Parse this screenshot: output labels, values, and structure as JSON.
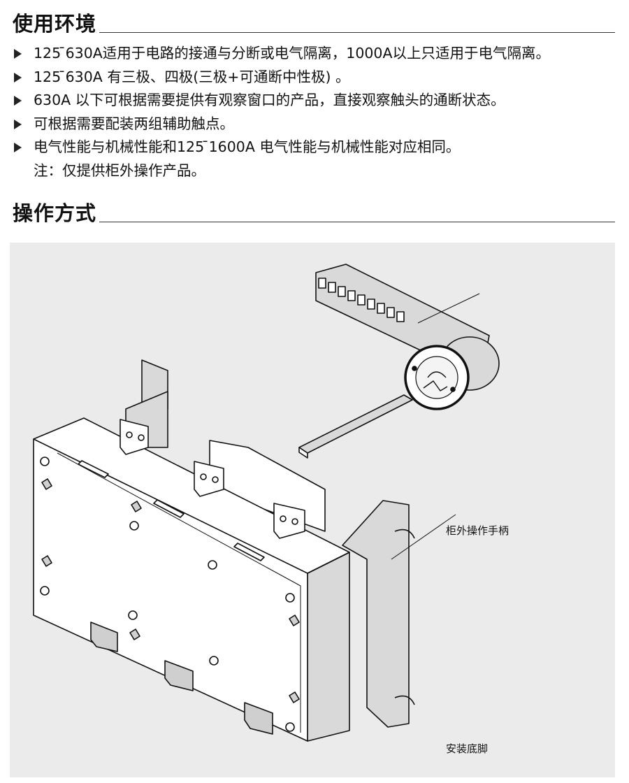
{
  "sections": {
    "environment": {
      "title": "使用环境",
      "bullets": [
        "125 ̄630A适用于电路的接通与分断或电气隔离，1000A以上只适用于电气隔离。",
        "125 ̄630A 有三极、四极(三极+可通断中性极) 。",
        "630A 以下可根据需要提供有观察窗口的产品，直接观察触头的通断状态。",
        "可根据需要配装两组辅助触点。",
        "电气性能与机械性能和125 ̄1600A 电气性能与机械性能对应相同。"
      ],
      "note": "注：仅提供柜外操作产品。"
    },
    "operation": {
      "title": "操作方式"
    }
  },
  "figure": {
    "labels": {
      "handle": "柜外操作手柄",
      "base": "安装底脚"
    },
    "colors": {
      "background": "#ebebeb",
      "body_fill": "#ffffff",
      "side_fill": "#d9d9d9",
      "outline": "#111111"
    }
  }
}
